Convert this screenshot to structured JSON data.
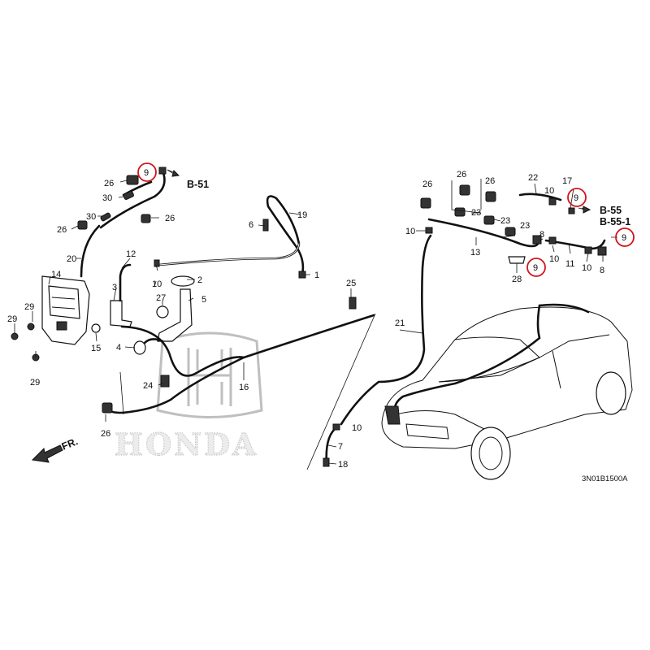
{
  "diagram": {
    "part_numbers": [
      "26",
      "30",
      "20",
      "14",
      "29",
      "3",
      "12",
      "10",
      "2",
      "27",
      "5",
      "4",
      "15",
      "24",
      "16",
      "19",
      "6",
      "1",
      "25",
      "21",
      "7",
      "18",
      "13",
      "23",
      "22",
      "17",
      "9",
      "8",
      "11",
      "28"
    ],
    "ref_left": "B-51",
    "ref_right_top": "B-55",
    "ref_right_bottom": "B-55-1",
    "direction_label": "FR.",
    "diagram_code": "3N01B1500A",
    "highlighted_part": "9",
    "watermark_text": "HONDA",
    "accent_color": "#d0141b"
  }
}
